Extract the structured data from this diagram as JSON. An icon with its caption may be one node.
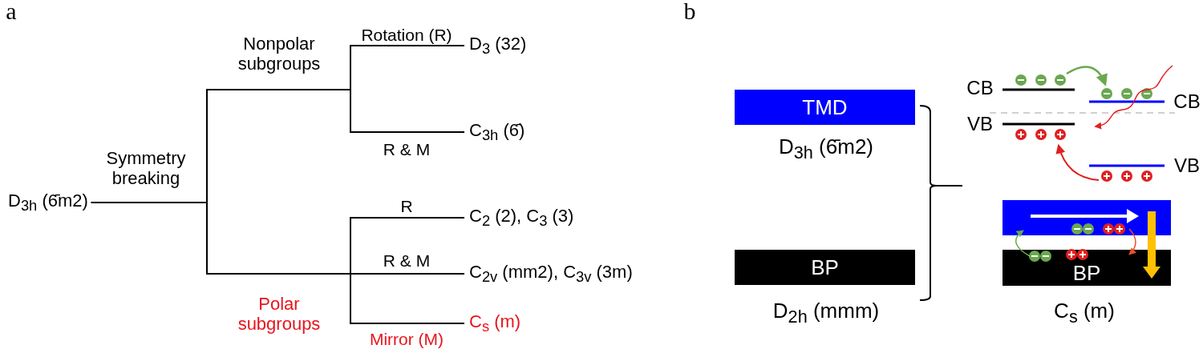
{
  "diagram": {
    "nodes": [
      {
        "text": [
          "D$_{3h}$ (6̄m2)"
        ]
      },
      {
        "text": [
          "D$_{3}$ (32)"
        ]
      },
      {
        "text": [
          "C$_{3h}$ (6̄)"
        ]
      },
      {
        "text": [
          "C$_{2}$ (2), C$_{3}$ (3)"
        ]
      },
      {
        "text": [
          "C$_{2v}$ (mm2), C$_{3v}$ (3m)"
        ]
      },
      {
        "text": [
          "C$_{s}$ (m)"
        ]
      },
      {
        "text": [
          "TMD"
        ],
        "beside": [
          "D$_{3h}$ (6̄m2)"
        ]
      },
      {
        "text": [
          "BP"
        ],
        "beside": [
          "D$_{2h}$ (mmm)"
        ]
      },
      {
        "text": [],
        "shape": "box"
      },
      {
        "text": [
          "BP"
        ],
        "beside": [
          "C$_{s}$ (m)"
        ]
      }
    ],
    "edges": [
      {
        "from": 0,
        "to": 1,
        "arrow": "none",
        "label": "Rotation (R)"
      },
      {
        "from": 0,
        "to": 2,
        "arrow": "none",
        "label": "R & M"
      },
      {
        "from": 0,
        "to": 3,
        "arrow": "none",
        "label": "R"
      },
      {
        "from": 0,
        "to": 4,
        "arrow": "none",
        "label": "R & M"
      },
      {
        "from": 0,
        "to": 5,
        "arrow": "none",
        "label": "Mirror (M)"
      },
      {
        "from": 9,
        "to": 8,
        "arrow": "to",
        "color": "#6aa84f"
      },
      {
        "from": 8,
        "to": 9,
        "arrow": "to",
        "color": "#e8502a"
      }
    ],
    "labels": [
      "a",
      "b",
      "Nonpolar subgroups",
      "Symmetry breaking",
      "Polar subgroups",
      "CB",
      "VB",
      "CB",
      "VB"
    ]
  }
}
